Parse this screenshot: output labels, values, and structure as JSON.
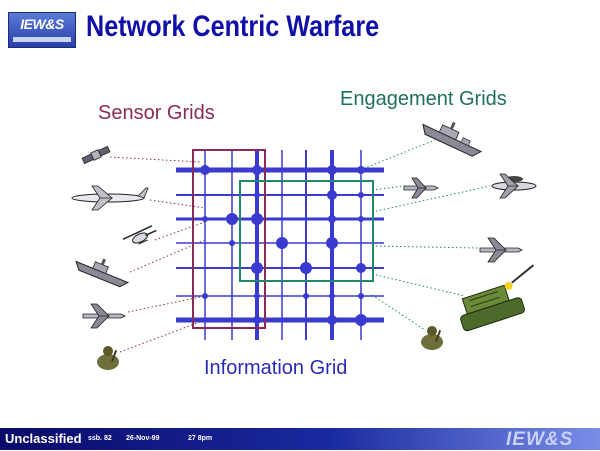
{
  "logo": {
    "text": "IEW&S"
  },
  "title": "Network Centric Warfare",
  "labels": {
    "sensor_grids": "Sensor Grids",
    "engagement_grids": "Engagement Grids",
    "information_grid": "Information Grid"
  },
  "footer": {
    "classification": "Unclassified",
    "ref": "ssb. 82",
    "date": "26-Nov-99",
    "time": "27 8pm",
    "logo": "IEW&S"
  },
  "colors": {
    "title": "#1010a8",
    "grid_blue": "#3a3ad0",
    "sensor_frame": "#8b2a55",
    "engagement_frame": "#1f8a6a",
    "footer_bg": "#1a2aa0"
  },
  "icons": {
    "sensors": [
      "satellite-icon",
      "awacs-aircraft-icon",
      "helicopter-icon",
      "warship-icon",
      "fighter-jet-icon",
      "soldier-icon"
    ],
    "engagers": [
      "warship-icon",
      "fighter-jet-icon",
      "awacs-aircraft-icon",
      "fighter-jet-icon",
      "missile-launcher-icon",
      "soldier-icon"
    ]
  }
}
